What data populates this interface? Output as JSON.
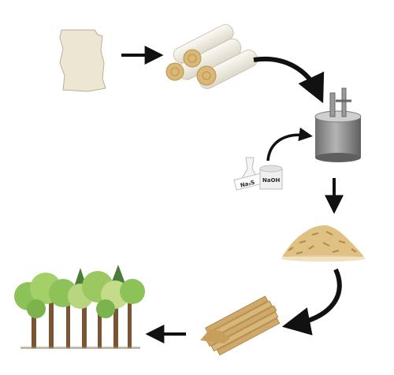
{
  "diagram": {
    "type": "process-cycle",
    "stages": [
      {
        "id": "paper",
        "icon": "paper-sheet-icon"
      },
      {
        "id": "logs",
        "icon": "debarked-logs-icon"
      },
      {
        "id": "digester",
        "icon": "pulp-digester-tank-icon"
      },
      {
        "id": "chemicals",
        "icon": "chemical-containers-icon"
      },
      {
        "id": "wood-chips",
        "icon": "wood-chip-pile-icon"
      },
      {
        "id": "lumber",
        "icon": "sawn-timber-pile-icon"
      },
      {
        "id": "forest",
        "icon": "forest-trees-icon"
      }
    ],
    "chemical_labels": [
      "Na₂S",
      "NaOH"
    ],
    "colors": {
      "arrow": "#111111",
      "paper": "#ede6d2",
      "wood": "#d9b877",
      "tank": "#8e8e8e",
      "foliage": "#8cc257"
    }
  }
}
